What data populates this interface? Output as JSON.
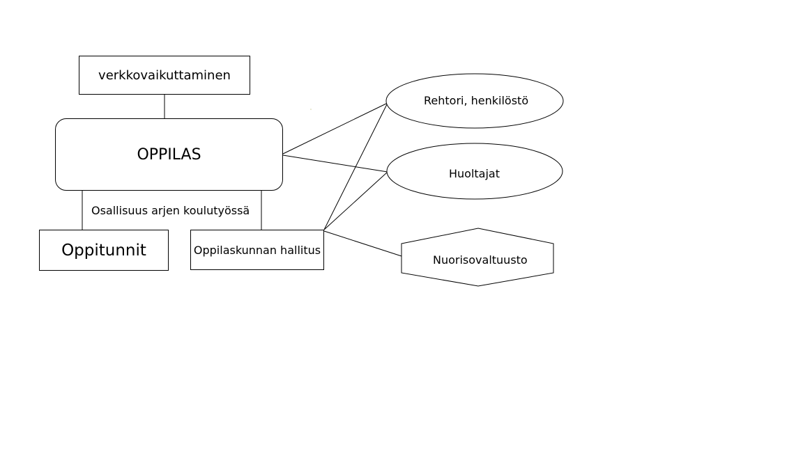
{
  "nodes": {
    "verkkovaikuttaminen": "verkkovaikuttaminen",
    "oppilas": "OPPILAS",
    "oppitunnit": "Oppitunnit",
    "oppilaskunnan_hallitus": "Oppilaskunnan hallitus",
    "rehtori": "Rehtori, henkilöstö",
    "huoltajat": "Huoltajat",
    "nuorisovaltuusto": "Nuorisovaltuusto"
  },
  "labels": {
    "osallisuus": "Osallisuus arjen koulutyössä"
  },
  "colors": {
    "stroke": "#000000",
    "fill": "#ffffff"
  }
}
